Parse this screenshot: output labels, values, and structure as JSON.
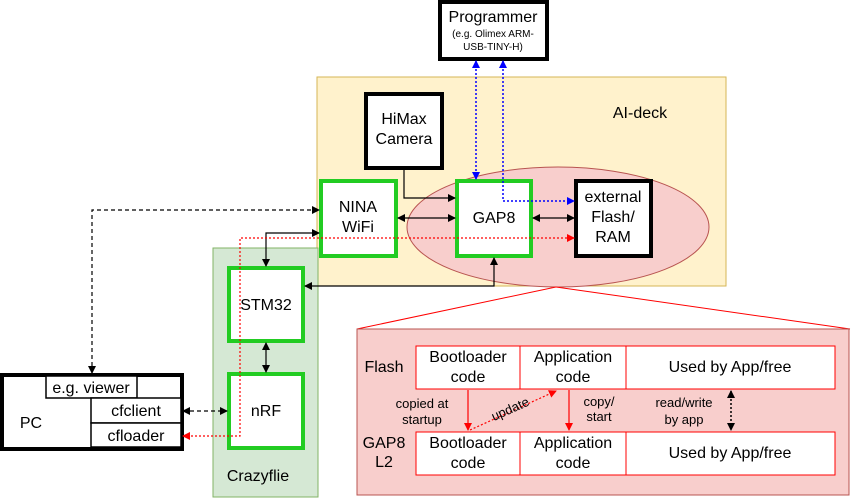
{
  "programmer": {
    "title": "Programmer",
    "subtitle_line1": "(e.g. Olimex ARM-",
    "subtitle_line2": "USB-TINY-H)"
  },
  "ai_deck": {
    "label": "AI-deck"
  },
  "himax": {
    "line1": "HiMax",
    "line2": "Camera"
  },
  "nina": {
    "line1": "NINA",
    "line2": "WiFi"
  },
  "gap8": {
    "label": "GAP8"
  },
  "ext_flash": {
    "line1": "external",
    "line2": "Flash/",
    "line3": "RAM"
  },
  "stm32": {
    "label": "STM32"
  },
  "nrf": {
    "label": "nRF"
  },
  "crazyflie": {
    "label": "Crazyflie"
  },
  "pc": {
    "label": "PC",
    "viewer": "e.g. viewer",
    "cfclient": "cfclient",
    "cfloader": "cfloader"
  },
  "memory": {
    "flash_label": "Flash",
    "l2_label_line1": "GAP8",
    "l2_label_line2": "L2",
    "bootloader_line1": "Bootloader",
    "bootloader_line2": "code",
    "application_line1": "Application",
    "application_line2": "code",
    "free": "Used by App/free",
    "copied_line1": "copied at",
    "copied_line2": "startup",
    "update": "update",
    "copy_line1": "copy/",
    "copy_line2": "start",
    "rw_line1": "read/write",
    "rw_line2": "by app"
  },
  "colors": {
    "ai_deck_fill": "#fff2cc",
    "ai_deck_stroke": "#d6b656",
    "crazyflie_fill": "#d5e8d4",
    "crazyflie_stroke": "#82b366",
    "red_fill": "#f8cecc",
    "red_stroke": "#b85450",
    "green_border": "#22cc22",
    "blue": "#0000ff",
    "red": "#ff0000"
  }
}
